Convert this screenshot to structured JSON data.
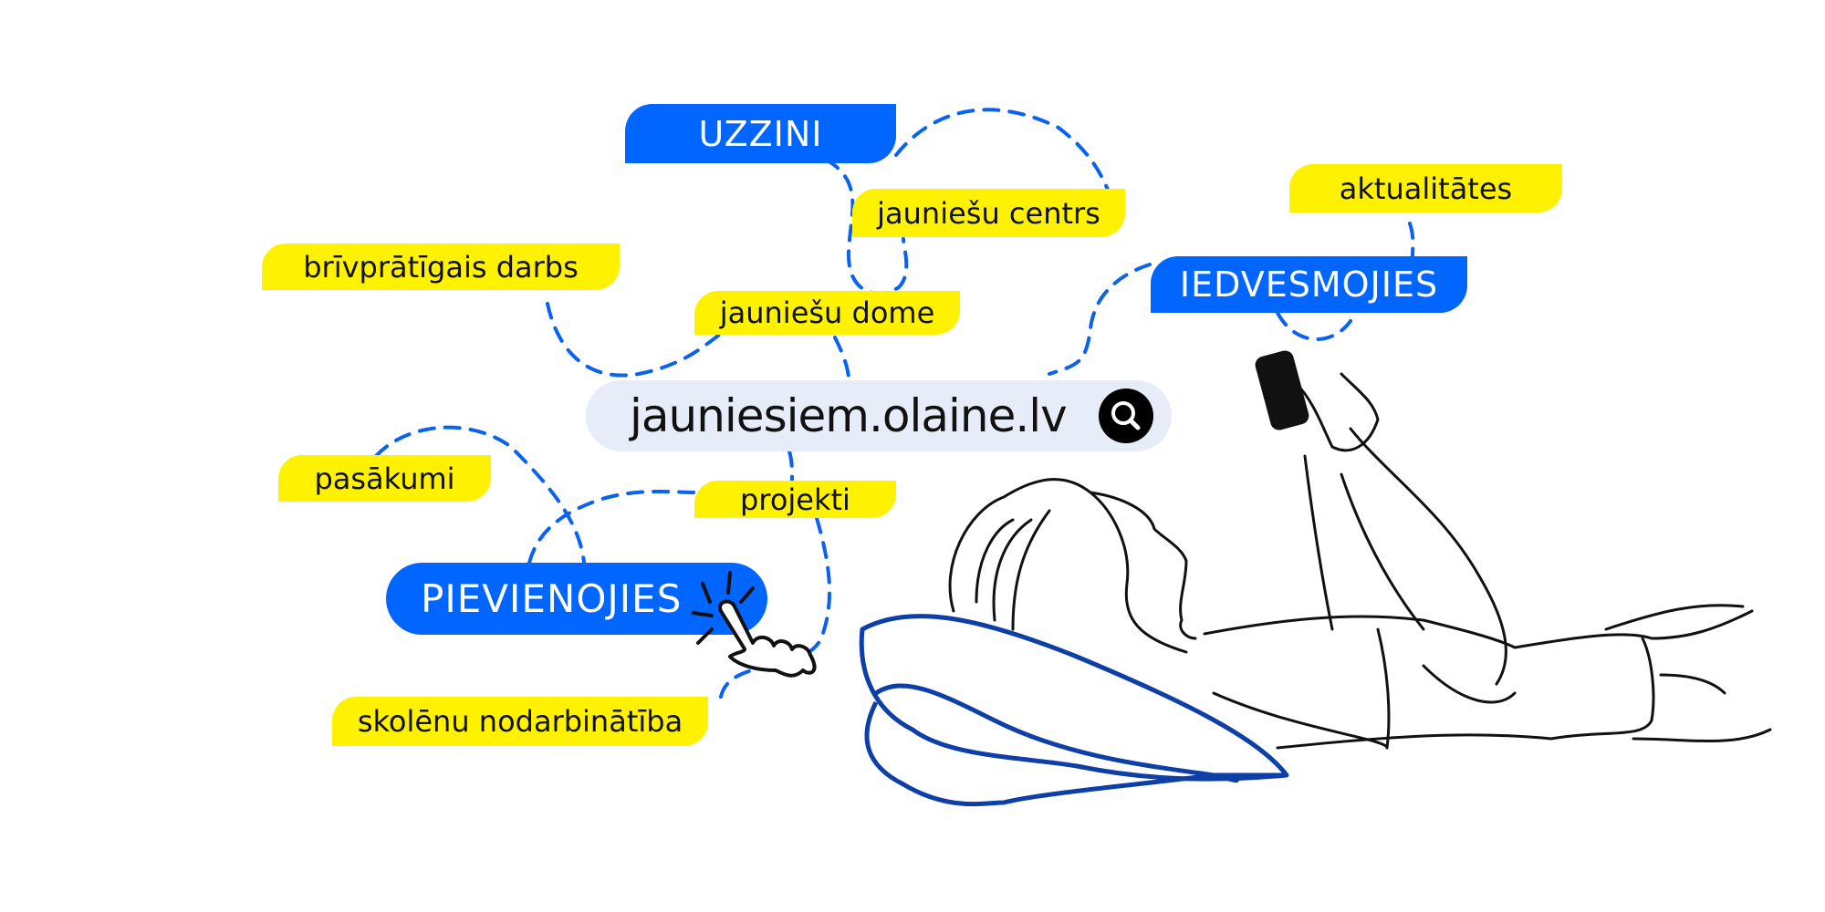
{
  "nav": {
    "uzzini": "UZZINI",
    "iedvesmojies": "IEDVESMOJIES",
    "pievienojies": "PIEVIENOJIES"
  },
  "tags": {
    "jauniesu_centrs": "jauniešu centrs",
    "aktualitates": "aktualitātes",
    "brivpratigais_darbs": "brīvprātīgais darbs",
    "jauniesu_dome": "jauniešu dome",
    "pasakumi": "pasākumi",
    "projekti": "projekti",
    "skolenu_nodarbinatiba": "skolēnu nodarbinātība"
  },
  "search": {
    "value": "jauniesiem.olaine.lv",
    "icon": "search-icon"
  },
  "colors": {
    "blue": "#0066ff",
    "yellow": "#fff200",
    "search_bg": "#e6edf8",
    "pillow": "#0d3fa6"
  }
}
